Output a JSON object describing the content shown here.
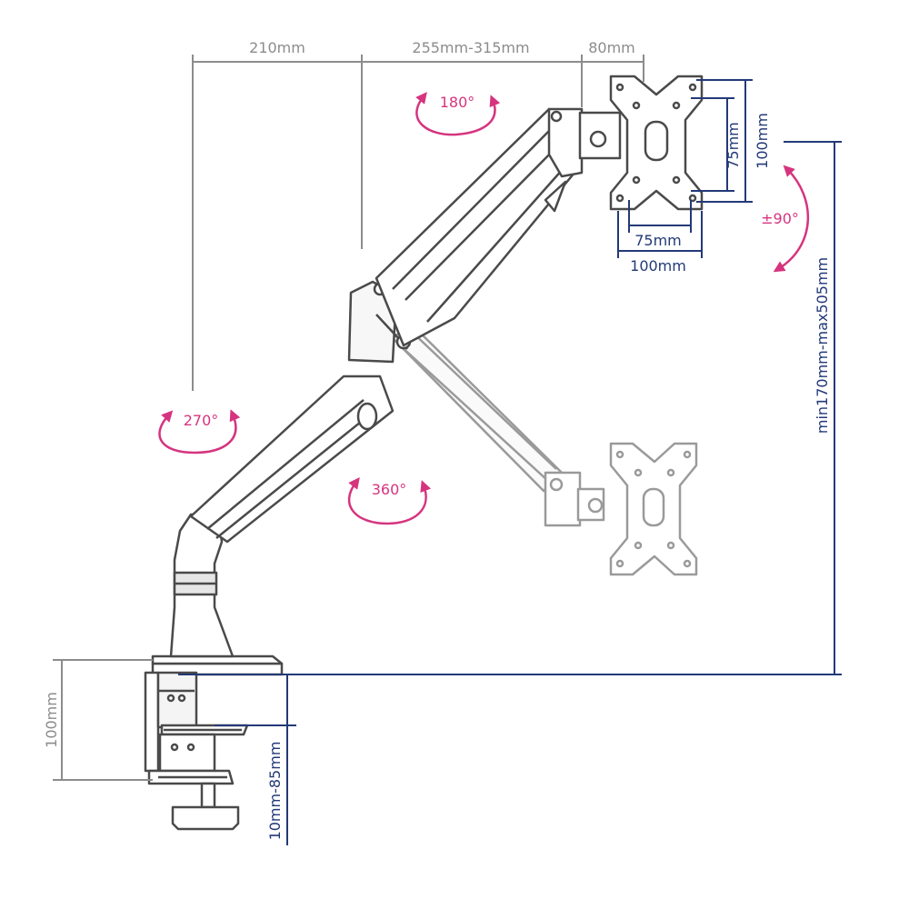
{
  "dimensions": {
    "arm_base_offset": "210mm",
    "arm_reach": "255mm-315mm",
    "head_offset": "80mm",
    "vesa_height_small": "75mm",
    "vesa_height_large": "100mm",
    "vesa_width_small": "75mm",
    "vesa_width_large": "100mm",
    "height_range": "min170mm-max505mm",
    "clamp_height": "100mm",
    "desk_thickness": "10mm-85mm"
  },
  "rotations": {
    "head_swivel": "180°",
    "tilt": "±90°",
    "base_rotation": "270°",
    "arm_rotation": "360°"
  },
  "colors": {
    "gray_dimension": "#8c8c8c",
    "navy_dimension": "#233a78",
    "rotation_arrow": "#d6347f",
    "outline": "#4a4a4a",
    "ghost_outline": "#9a9a9a"
  }
}
